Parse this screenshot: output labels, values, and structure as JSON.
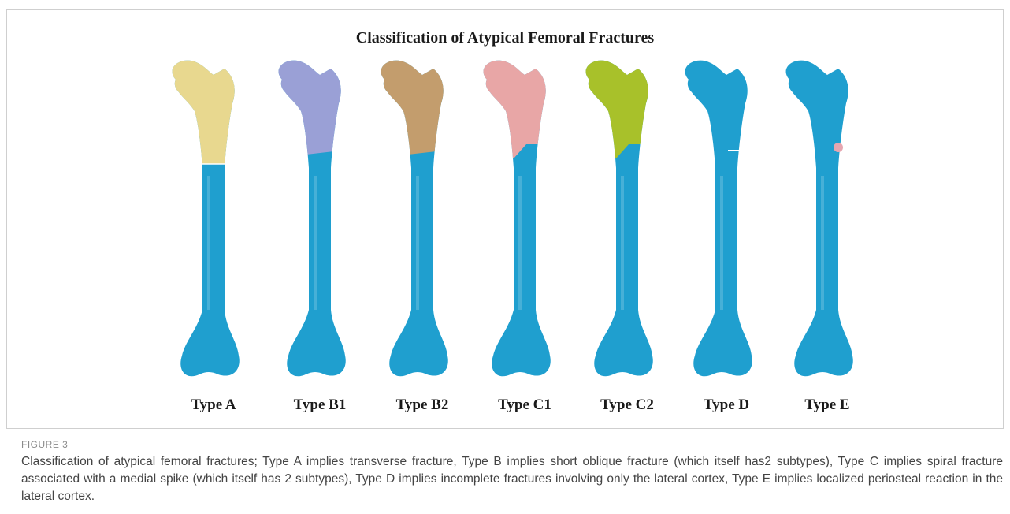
{
  "figure": {
    "title": "Classification of Atypical Femoral Fractures",
    "types": [
      {
        "label": "Type A",
        "head_color": "#e8d88f",
        "fracture": "transverse"
      },
      {
        "label": "Type B1",
        "head_color": "#9aa0d6",
        "fracture": "oblique"
      },
      {
        "label": "Type B2",
        "head_color": "#c39d6d",
        "fracture": "oblique"
      },
      {
        "label": "Type C1",
        "head_color": "#e8a6a6",
        "fracture": "spiral"
      },
      {
        "label": "Type C2",
        "head_color": "#a8c12a",
        "fracture": "spiral"
      },
      {
        "label": "Type D",
        "head_color": "#1f9fcf",
        "fracture": "incomplete"
      },
      {
        "label": "Type E",
        "head_color": "#1f9fcf",
        "fracture": "periosteal"
      }
    ],
    "shaft_color": "#1f9fcf",
    "periosteal_color": "#e6a6b0"
  },
  "caption": {
    "number": "FIGURE 3",
    "text": "Classification of atypical femoral fractures; Type A implies transverse fracture, Type B implies short oblique fracture (which itself has2 subtypes), Type C implies spiral fracture associated with a medial spike (which itself has 2 subtypes), Type D implies incomplete fractures involving only the lateral cortex, Type E implies localized periosteal reaction in the lateral cortex."
  }
}
